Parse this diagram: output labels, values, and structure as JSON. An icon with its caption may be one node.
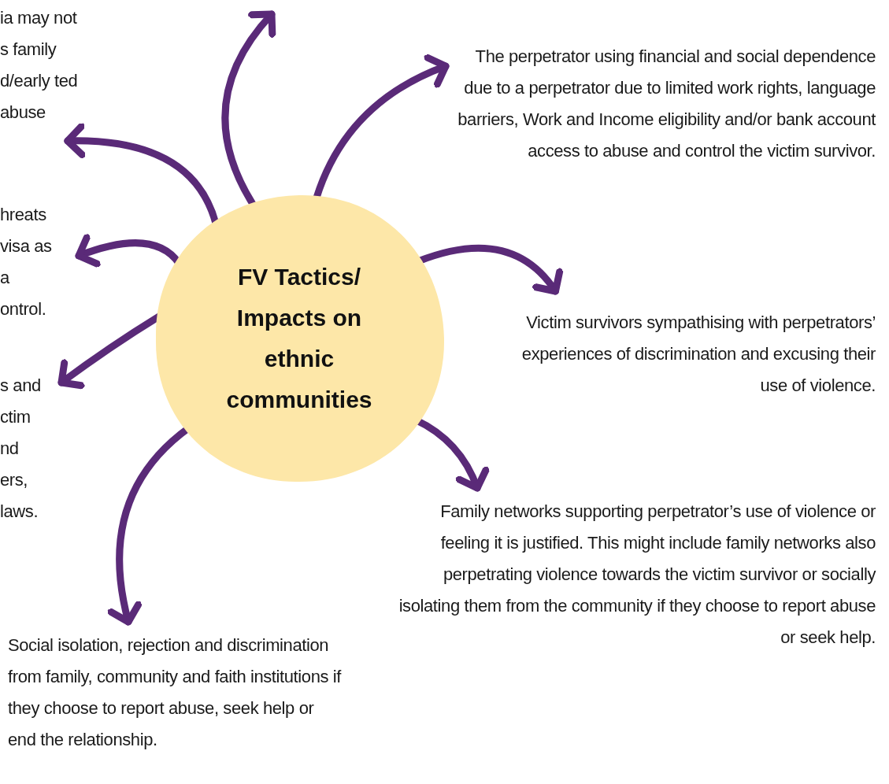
{
  "diagram": {
    "nodes": [
      {
        "text": [
          "FV Tactics/ Impacts on ethnic communities"
        ]
      },
      {
        "text": [
          "ia may not s family d/early ted abuse"
        ]
      },
      {
        "text": [
          "The perpetrator using financial and social dependence due to a perpetrator due to limited work rights, language barriers, Work and Income eligibility and/or bank account access to abuse and control the victim survivor."
        ]
      },
      {
        "text": [
          "hreats visa as a ontrol."
        ]
      },
      {
        "text": [
          "Victim survivors sympathising with perpetrators’ experiences of discrimination and excusing their use of violence."
        ]
      },
      {
        "text": [
          "s and ctim nd ers, laws."
        ]
      },
      {
        "text": [
          "Family networks supporting perpetrator’s use of violence or feeling it is justified. This might include family networks also perpetrating violence towards the victim survivor or socially isolating them from the community if they choose to report abuse or seek help."
        ]
      },
      {
        "text": [
          "Social isolation, rejection and discrimination from family, community and faith institutions if they choose to report abuse, seek help or end the relationship."
        ]
      }
    ],
    "edges": [
      {
        "from": 0,
        "to": 1,
        "arrow": "to"
      },
      {
        "from": 0,
        "to": null,
        "arrow": "to"
      },
      {
        "from": 0,
        "to": 2,
        "arrow": "to"
      },
      {
        "from": 0,
        "to": 3,
        "arrow": "to"
      },
      {
        "from": 0,
        "to": 4,
        "arrow": "to"
      },
      {
        "from": 0,
        "to": 5,
        "arrow": "to"
      },
      {
        "from": 0,
        "to": 6,
        "arrow": "to"
      },
      {
        "from": 0,
        "to": 7,
        "arrow": "to"
      }
    ]
  }
}
